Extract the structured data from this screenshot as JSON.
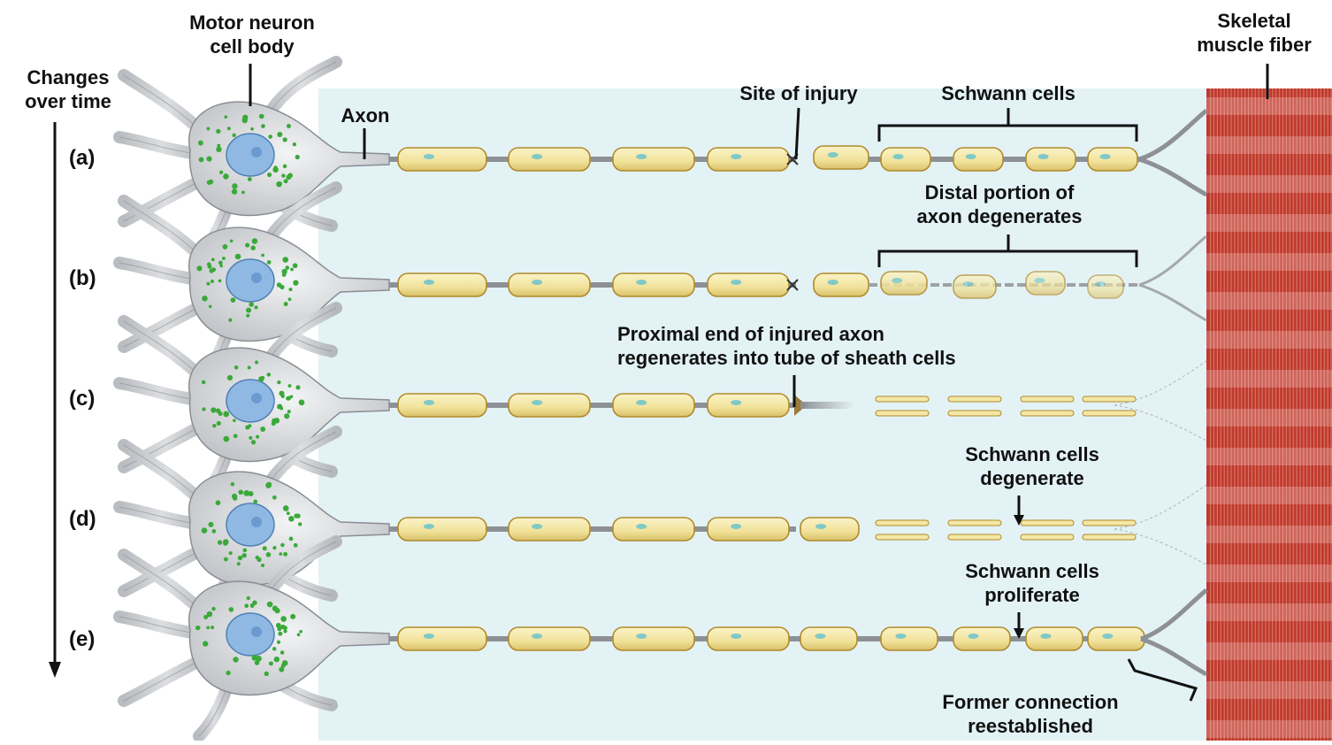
{
  "labels": {
    "motor_neuron_cell_body": [
      "Motor neuron",
      "cell body"
    ],
    "changes_over_time": [
      "Changes",
      "over time"
    ],
    "axon": "Axon",
    "site_of_injury": "Site of injury",
    "schwann_cells": "Schwann cells",
    "skeletal_muscle_fiber": [
      "Skeletal",
      "muscle fiber"
    ],
    "distal_portion": [
      "Distal portion of",
      "axon degenerates"
    ],
    "proximal_end": [
      "Proximal end of injured axon",
      "regenerates into tube of sheath cells"
    ],
    "schwann_degenerate": [
      "Schwann cells",
      "degenerate"
    ],
    "schwann_proliferate": [
      "Schwann cells",
      "proliferate"
    ],
    "former_connection": [
      "Former connection",
      "reestablished"
    ]
  },
  "stages": [
    "(a)",
    "(b)",
    "(c)",
    "(d)",
    "(e)"
  ],
  "colors": {
    "background_panel": "#e3f2f5",
    "neuron": "#c9cccf",
    "neuron_edge": "#8a8e93",
    "nucleus": "#8fb9e3",
    "nissl": "#3aa93a",
    "schwann": "#f3e7a4",
    "schwann_edge": "#b08a2a",
    "muscle": "#c0392b",
    "muscle_stripe": "#e8a29a"
  }
}
